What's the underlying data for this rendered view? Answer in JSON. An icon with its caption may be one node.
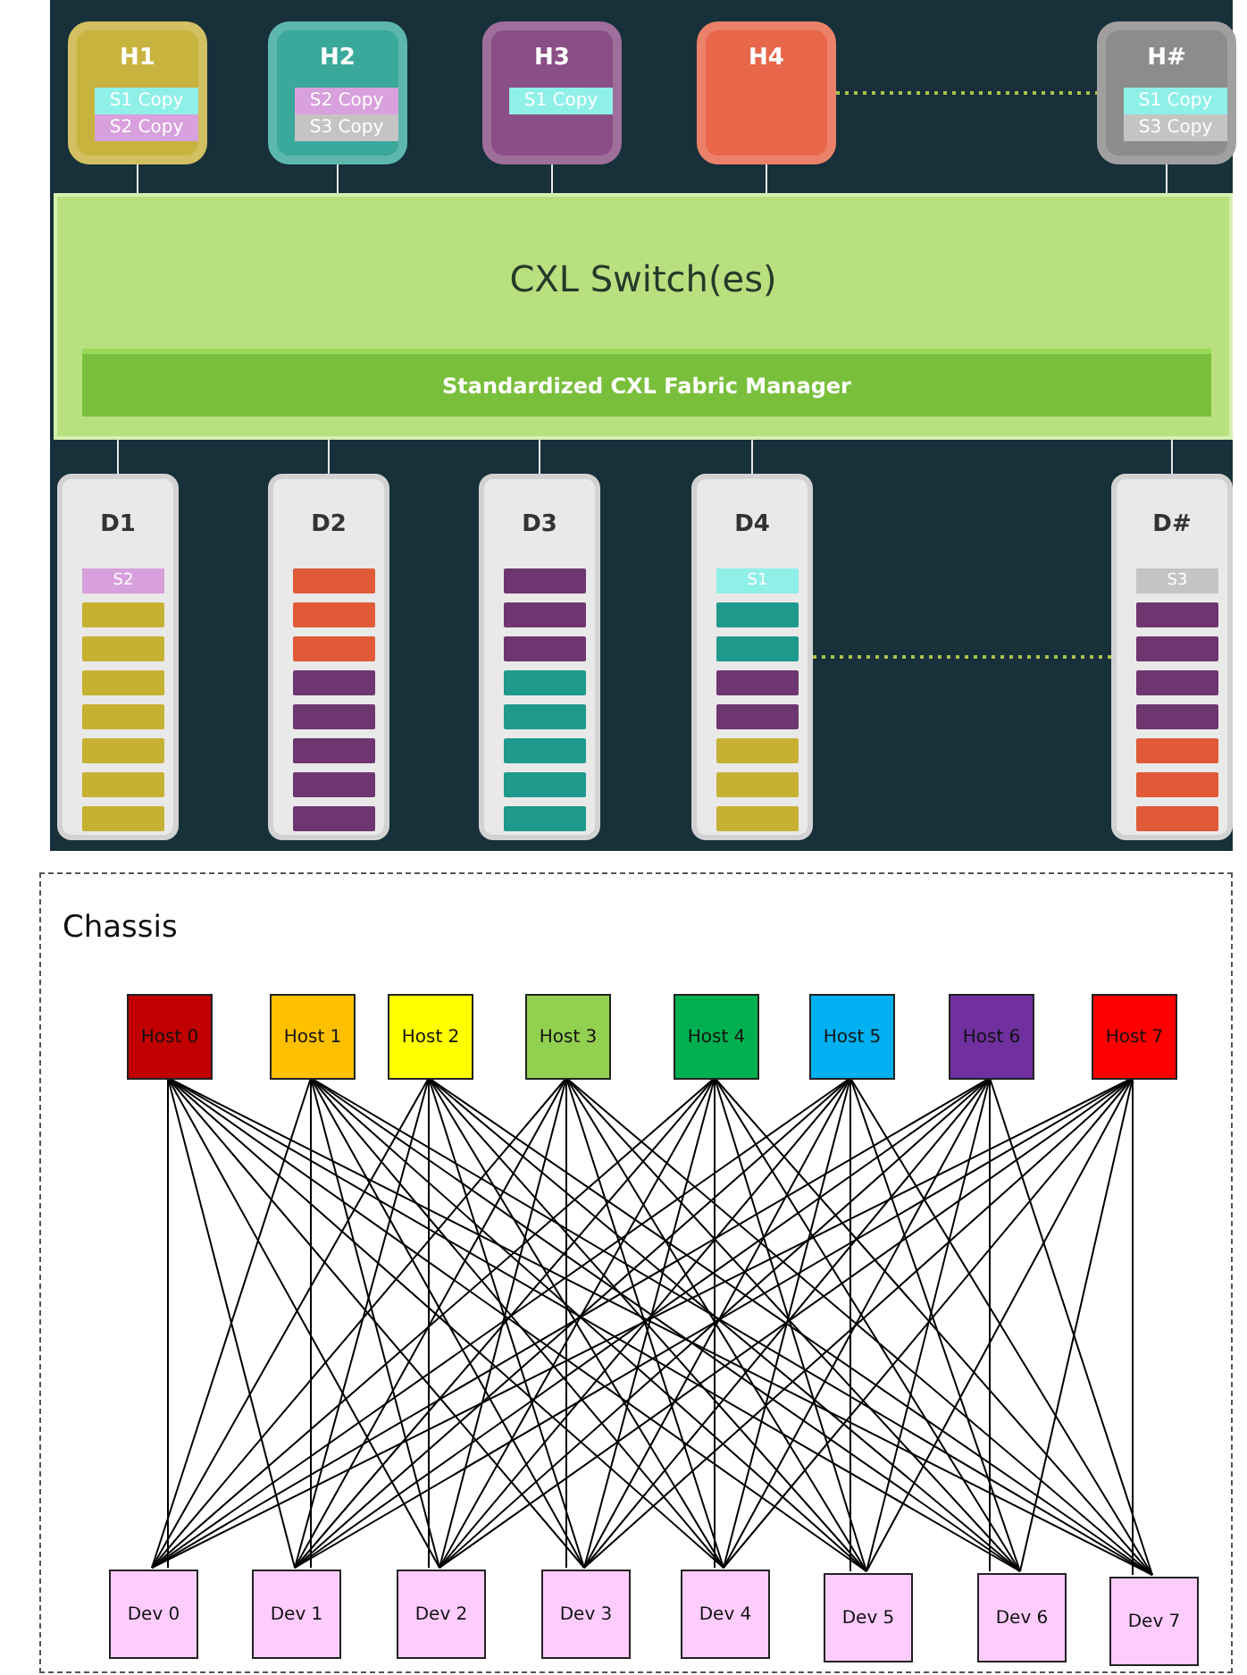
{
  "diagram": {
    "nodes": [
      {
        "text": [
          "H1"
        ]
      },
      {
        "text": [
          "S1 Copy"
        ],
        "in": 0
      },
      {
        "text": [
          "S2 Copy"
        ],
        "in": 0
      },
      {
        "text": [
          "H2"
        ]
      },
      {
        "text": [
          "S2 Copy"
        ],
        "in": 3
      },
      {
        "text": [
          "S3 Copy"
        ],
        "in": 3
      },
      {
        "text": [
          "H3"
        ]
      },
      {
        "text": [
          "S1 Copy"
        ],
        "in": 6
      },
      {
        "text": [
          "H4"
        ]
      },
      {
        "text": [
          "H#"
        ]
      },
      {
        "text": [
          "S1 Copy"
        ],
        "in": 9
      },
      {
        "text": [
          "S3 Copy"
        ],
        "in": 9
      },
      {
        "text": [
          "CXL Switch(es)"
        ]
      },
      {
        "text": [
          "Standardized CXL Fabric Manager"
        ],
        "in": 12
      },
      {
        "text": [
          "D1"
        ]
      },
      {
        "text": [
          "S2"
        ],
        "in": 14
      },
      {
        "text": [],
        "shape": "bar",
        "in": 14
      },
      {
        "text": [],
        "shape": "bar",
        "in": 14
      },
      {
        "text": [],
        "shape": "bar",
        "in": 14
      },
      {
        "text": [],
        "shape": "bar",
        "in": 14
      },
      {
        "text": [],
        "shape": "bar",
        "in": 14
      },
      {
        "text": [],
        "shape": "bar",
        "in": 14
      },
      {
        "text": [],
        "shape": "bar",
        "in": 14
      },
      {
        "text": [
          "D2"
        ]
      },
      {
        "text": [],
        "shape": "bar",
        "in": 23
      },
      {
        "text": [],
        "shape": "bar",
        "in": 23
      },
      {
        "text": [],
        "shape": "bar",
        "in": 23
      },
      {
        "text": [],
        "shape": "bar",
        "in": 23
      },
      {
        "text": [],
        "shape": "bar",
        "in": 23
      },
      {
        "text": [],
        "shape": "bar",
        "in": 23
      },
      {
        "text": [],
        "shape": "bar",
        "in": 23
      },
      {
        "text": [],
        "shape": "bar",
        "in": 23
      },
      {
        "text": [
          "D3"
        ]
      },
      {
        "text": [],
        "shape": "bar",
        "in": 32
      },
      {
        "text": [],
        "shape": "bar",
        "in": 32
      },
      {
        "text": [],
        "shape": "bar",
        "in": 32
      },
      {
        "text": [],
        "shape": "bar",
        "in": 32
      },
      {
        "text": [],
        "shape": "bar",
        "in": 32
      },
      {
        "text": [],
        "shape": "bar",
        "in": 32
      },
      {
        "text": [],
        "shape": "bar",
        "in": 32
      },
      {
        "text": [],
        "shape": "bar",
        "in": 32
      },
      {
        "text": [
          "D4"
        ]
      },
      {
        "text": [
          "S1"
        ],
        "in": 41
      },
      {
        "text": [],
        "shape": "bar",
        "in": 41
      },
      {
        "text": [],
        "shape": "bar",
        "in": 41
      },
      {
        "text": [],
        "shape": "bar",
        "in": 41
      },
      {
        "text": [],
        "shape": "bar",
        "in": 41
      },
      {
        "text": [],
        "shape": "bar",
        "in": 41
      },
      {
        "text": [],
        "shape": "bar",
        "in": 41
      },
      {
        "text": [],
        "shape": "bar",
        "in": 41
      },
      {
        "text": [
          "D#"
        ]
      },
      {
        "text": [
          "S3"
        ],
        "in": 50
      },
      {
        "text": [],
        "shape": "bar",
        "in": 50
      },
      {
        "text": [],
        "shape": "bar",
        "in": 50
      },
      {
        "text": [],
        "shape": "bar",
        "in": 50
      },
      {
        "text": [],
        "shape": "bar",
        "in": 50
      },
      {
        "text": [],
        "shape": "bar",
        "in": 50
      },
      {
        "text": [],
        "shape": "bar",
        "in": 50
      },
      {
        "text": [],
        "shape": "bar",
        "in": 50
      },
      {
        "text": [
          "Chassis"
        ]
      },
      {
        "text": [
          "Host 0"
        ],
        "in": 59
      },
      {
        "text": [
          "Host 1"
        ],
        "in": 59
      },
      {
        "text": [
          "Host 2"
        ],
        "in": 59
      },
      {
        "text": [
          "Host 3"
        ],
        "in": 59
      },
      {
        "text": [
          "Host 4"
        ],
        "in": 59
      },
      {
        "text": [
          "Host 5"
        ],
        "in": 59
      },
      {
        "text": [
          "Host 6"
        ],
        "in": 59
      },
      {
        "text": [
          "Host 7"
        ],
        "in": 59
      },
      {
        "text": [
          "Dev 0"
        ],
        "in": 59
      },
      {
        "text": [
          "Dev 1"
        ],
        "in": 59
      },
      {
        "text": [
          "Dev 2"
        ],
        "in": 59
      },
      {
        "text": [
          "Dev 3"
        ],
        "in": 59
      },
      {
        "text": [
          "Dev 4"
        ],
        "in": 59
      },
      {
        "text": [
          "Dev 5"
        ],
        "in": 59
      },
      {
        "text": [
          "Dev 6"
        ],
        "in": 59
      },
      {
        "text": [
          "Dev 7"
        ],
        "in": 59
      }
    ],
    "edges": [
      {
        "from": 0,
        "to": 12,
        "arrow": "none",
        "color": "#e6e6e6"
      },
      {
        "from": 3,
        "to": 12,
        "arrow": "none",
        "color": "#e6e6e6"
      },
      {
        "from": 6,
        "to": 12,
        "arrow": "none",
        "color": "#e6e6e6"
      },
      {
        "from": 8,
        "to": 12,
        "arrow": "none",
        "color": "#e6e6e6"
      },
      {
        "from": 9,
        "to": 12,
        "arrow": "none",
        "color": "#e6e6e6"
      },
      {
        "from": 8,
        "to": 9,
        "arrow": "none",
        "style": "dashed",
        "color": "#a9c24a"
      },
      {
        "from": 12,
        "to": 14,
        "arrow": "none",
        "color": "#e6e6e6"
      },
      {
        "from": 12,
        "to": 23,
        "arrow": "none",
        "color": "#e6e6e6"
      },
      {
        "from": 12,
        "to": 32,
        "arrow": "none",
        "color": "#e6e6e6"
      },
      {
        "from": 12,
        "to": 41,
        "arrow": "none",
        "color": "#e6e6e6"
      },
      {
        "from": 12,
        "to": 50,
        "arrow": "none",
        "color": "#e6e6e6"
      },
      {
        "from": 41,
        "to": 50,
        "arrow": "none",
        "style": "dashed",
        "color": "#a9c24a"
      },
      {
        "from": 60,
        "to": 68,
        "arrow": "none"
      },
      {
        "from": 60,
        "to": 69,
        "arrow": "none"
      },
      {
        "from": 60,
        "to": 70,
        "arrow": "none"
      },
      {
        "from": 60,
        "to": 71,
        "arrow": "none"
      },
      {
        "from": 60,
        "to": 72,
        "arrow": "none"
      },
      {
        "from": 60,
        "to": 73,
        "arrow": "none"
      },
      {
        "from": 60,
        "to": 74,
        "arrow": "none"
      },
      {
        "from": 60,
        "to": 75,
        "arrow": "none"
      },
      {
        "from": 61,
        "to": 68,
        "arrow": "none"
      },
      {
        "from": 61,
        "to": 69,
        "arrow": "none"
      },
      {
        "from": 61,
        "to": 70,
        "arrow": "none"
      },
      {
        "from": 61,
        "to": 71,
        "arrow": "none"
      },
      {
        "from": 61,
        "to": 72,
        "arrow": "none"
      },
      {
        "from": 61,
        "to": 73,
        "arrow": "none"
      },
      {
        "from": 61,
        "to": 74,
        "arrow": "none"
      },
      {
        "from": 61,
        "to": 75,
        "arrow": "none"
      },
      {
        "from": 62,
        "to": 68,
        "arrow": "none"
      },
      {
        "from": 62,
        "to": 69,
        "arrow": "none"
      },
      {
        "from": 62,
        "to": 70,
        "arrow": "none"
      },
      {
        "from": 62,
        "to": 71,
        "arrow": "none"
      },
      {
        "from": 62,
        "to": 72,
        "arrow": "none"
      },
      {
        "from": 62,
        "to": 73,
        "arrow": "none"
      },
      {
        "from": 62,
        "to": 74,
        "arrow": "none"
      },
      {
        "from": 62,
        "to": 75,
        "arrow": "none"
      },
      {
        "from": 63,
        "to": 68,
        "arrow": "none"
      },
      {
        "from": 63,
        "to": 69,
        "arrow": "none"
      },
      {
        "from": 63,
        "to": 70,
        "arrow": "none"
      },
      {
        "from": 63,
        "to": 71,
        "arrow": "none"
      },
      {
        "from": 63,
        "to": 72,
        "arrow": "none"
      },
      {
        "from": 63,
        "to": 73,
        "arrow": "none"
      },
      {
        "from": 63,
        "to": 74,
        "arrow": "none"
      },
      {
        "from": 63,
        "to": 75,
        "arrow": "none"
      },
      {
        "from": 64,
        "to": 68,
        "arrow": "none"
      },
      {
        "from": 64,
        "to": 69,
        "arrow": "none"
      },
      {
        "from": 64,
        "to": 70,
        "arrow": "none"
      },
      {
        "from": 64,
        "to": 71,
        "arrow": "none"
      },
      {
        "from": 64,
        "to": 72,
        "arrow": "none"
      },
      {
        "from": 64,
        "to": 73,
        "arrow": "none"
      },
      {
        "from": 64,
        "to": 74,
        "arrow": "none"
      },
      {
        "from": 64,
        "to": 75,
        "arrow": "none"
      },
      {
        "from": 65,
        "to": 68,
        "arrow": "none"
      },
      {
        "from": 65,
        "to": 69,
        "arrow": "none"
      },
      {
        "from": 65,
        "to": 70,
        "arrow": "none"
      },
      {
        "from": 65,
        "to": 71,
        "arrow": "none"
      },
      {
        "from": 65,
        "to": 72,
        "arrow": "none"
      },
      {
        "from": 65,
        "to": 73,
        "arrow": "none"
      },
      {
        "from": 65,
        "to": 74,
        "arrow": "none"
      },
      {
        "from": 65,
        "to": 75,
        "arrow": "none"
      },
      {
        "from": 66,
        "to": 68,
        "arrow": "none"
      },
      {
        "from": 66,
        "to": 69,
        "arrow": "none"
      },
      {
        "from": 66,
        "to": 70,
        "arrow": "none"
      },
      {
        "from": 66,
        "to": 71,
        "arrow": "none"
      },
      {
        "from": 66,
        "to": 72,
        "arrow": "none"
      },
      {
        "from": 66,
        "to": 73,
        "arrow": "none"
      },
      {
        "from": 66,
        "to": 74,
        "arrow": "none"
      },
      {
        "from": 66,
        "to": 75,
        "arrow": "none"
      },
      {
        "from": 67,
        "to": 68,
        "arrow": "none"
      },
      {
        "from": 67,
        "to": 69,
        "arrow": "none"
      },
      {
        "from": 67,
        "to": 70,
        "arrow": "none"
      },
      {
        "from": 67,
        "to": 71,
        "arrow": "none"
      },
      {
        "from": 67,
        "to": 72,
        "arrow": "none"
      },
      {
        "from": 67,
        "to": 73,
        "arrow": "none"
      },
      {
        "from": 67,
        "to": 74,
        "arrow": "none"
      },
      {
        "from": 67,
        "to": 75,
        "arrow": "none"
      }
    ]
  }
}
